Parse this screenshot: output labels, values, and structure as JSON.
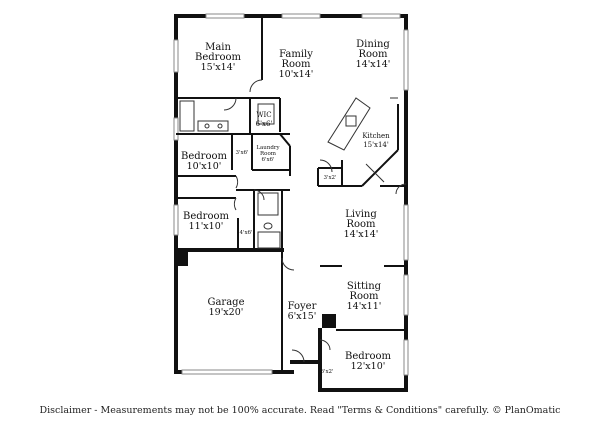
{
  "rooms": {
    "main_bedroom": {
      "name_line1": "Main",
      "name_line2": "Bedroom",
      "dim": "15'x14'"
    },
    "family_room": {
      "name_line1": "Family",
      "name_line2": "Room",
      "dim": "10'x14'"
    },
    "dining_room": {
      "name_line1": "Dining",
      "name_line2": "Room",
      "dim": "14'x14'"
    },
    "wic": {
      "name": "WIC",
      "dim": "6'x6'"
    },
    "laundry_room": {
      "name_line1": "Laundry",
      "name_line2": "Room",
      "dim": "6'x6'"
    },
    "kitchen": {
      "name": "Kitchen",
      "dim": "15'x14'"
    },
    "bedroom_2": {
      "name": "Bedroom",
      "dim": "10'x10'"
    },
    "bedroom_3": {
      "name": "Bedroom",
      "dim": "11'x10'"
    },
    "living_room": {
      "name_line1": "Living",
      "name_line2": "Room",
      "dim": "14'x14'"
    },
    "garage": {
      "name": "Garage",
      "dim": "19'x20'"
    },
    "foyer": {
      "name": "Foyer",
      "dim": "6'x15'"
    },
    "sitting_room": {
      "name_line1": "Sitting",
      "name_line2": "Room",
      "dim": "14'x11'"
    },
    "bedroom_4": {
      "name": "Bedroom",
      "dim": "12'x10'"
    }
  },
  "closets": {
    "closet_bed2": "3'x6'",
    "pantry": "3'x2'",
    "closet_bed3": "4'x6'",
    "closet_bed4": "6'x2'"
  },
  "footer": {
    "disclaimer": "Disclaimer - Measurements may not be 100% accurate. Read \"Terms & Conditions\" carefully. © PlanOmatic"
  }
}
